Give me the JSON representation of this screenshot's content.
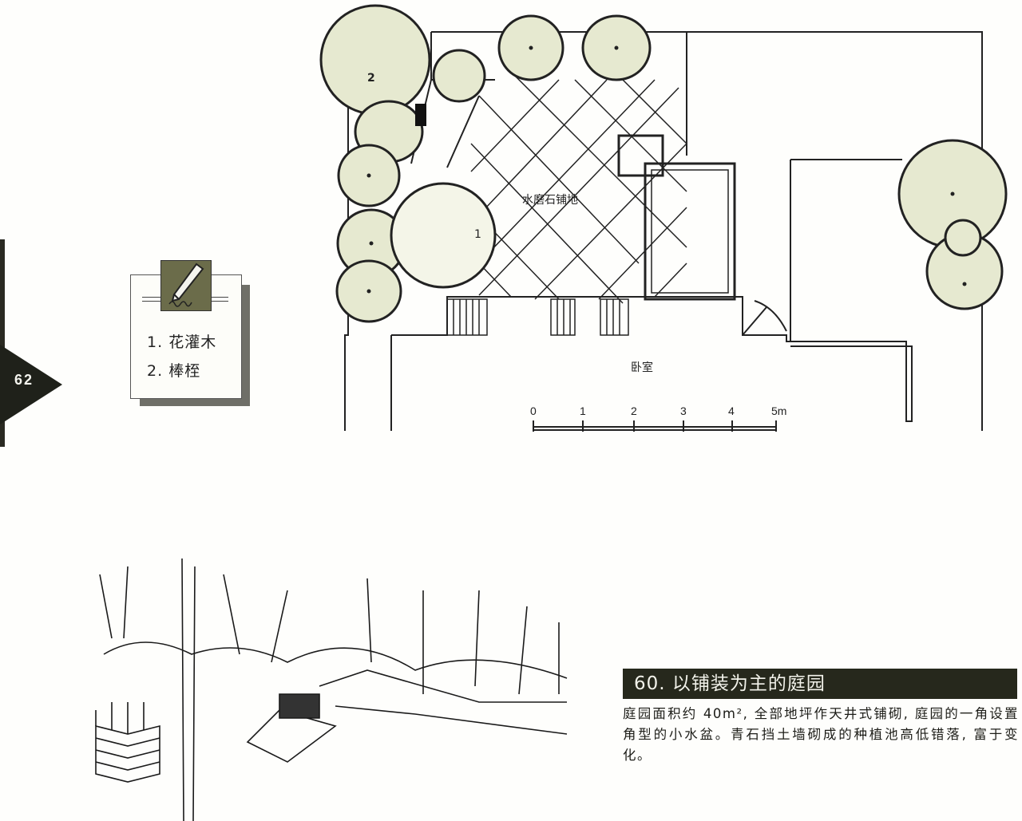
{
  "page": {
    "number": "62",
    "tab_color": "#1f211a"
  },
  "legend": {
    "icon": "pencil-icon",
    "items": [
      {
        "num": "1.",
        "label": "花灌木"
      },
      {
        "num": "2.",
        "label": "棒桎"
      }
    ],
    "box_color": "#6b6c4a"
  },
  "plan": {
    "paving_label": "水磨石铺地",
    "room_label": "卧室",
    "tree_markers": [
      "2",
      "1"
    ],
    "tree_fill": "#e6e9d0"
  },
  "scale_bar": {
    "ticks": [
      "0",
      "1",
      "2",
      "3",
      "4",
      "5m"
    ]
  },
  "caption": {
    "title": "60. 以铺装为主的庭园",
    "body": "庭园面积约 40m², 全部地坪作天井式铺砌, 庭园的一角设置角型的小水盆。青石挡土墙砌成的种植池高低错落, 富于变化。",
    "title_bg": "#26281c"
  }
}
